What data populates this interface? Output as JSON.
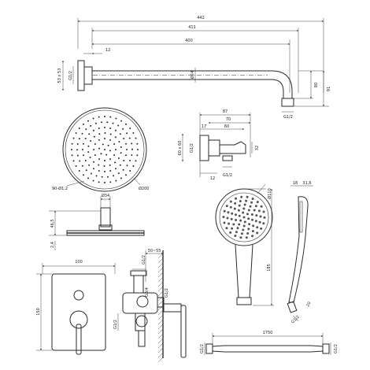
{
  "arm": {
    "dim_total": "442",
    "dim_mid": "411",
    "dim_inner": "400",
    "dim_wall_offset": "12",
    "flange_size": "53 x 53",
    "flange_thread": "G1/2",
    "pipe_dia": "Ø24",
    "drop_inner": "80",
    "drop_outer": "91",
    "outlet_thread": "G1/2"
  },
  "head": {
    "nozzles": "90-Ø1,2",
    "diameter": "Ø200"
  },
  "elbow": {
    "dim_total": "87",
    "dim_mid": "70",
    "dim_a": "17",
    "dim_b": "60",
    "plate": "60 x 60",
    "height": "32",
    "dim_bottom": "12",
    "thread_bottom": "G1/2",
    "thread_side": "G1/2"
  },
  "hand": {
    "face_dia": "Ø110",
    "length": "185",
    "side_a": "18",
    "side_b": "31,6",
    "connector": "20",
    "thread": "G1/2"
  },
  "profile": {
    "neck_dia": "Ø34",
    "height": "46,5",
    "thickness": "2,4"
  },
  "mixer": {
    "width": "100",
    "height": "150",
    "depth_range": "30~55",
    "thread_top": "G1/2",
    "thread_right": "G1/2",
    "thread_bottom": "G3/4",
    "thread_left": "G1/2"
  },
  "hose": {
    "length": "1750",
    "thread_left": "G1/2",
    "thread_right": "G1/2"
  }
}
